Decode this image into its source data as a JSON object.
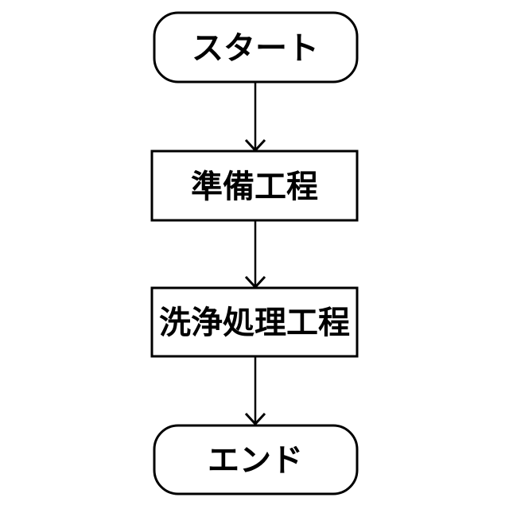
{
  "diagram": {
    "type": "flowchart",
    "orientation": "vertical",
    "background_color": "#ffffff",
    "stroke_color": "#000000",
    "fill_color": "#ffffff",
    "nodes": [
      {
        "id": "start",
        "type": "terminator",
        "label": "スタート"
      },
      {
        "id": "preparation",
        "type": "process",
        "label": "準備工程"
      },
      {
        "id": "cleaning",
        "type": "process",
        "label": "洗浄処理工程"
      },
      {
        "id": "end",
        "type": "terminator",
        "label": "エンド"
      }
    ],
    "edges": [
      {
        "from": "start",
        "to": "preparation",
        "style": "arrow"
      },
      {
        "from": "preparation",
        "to": "cleaning",
        "style": "arrow"
      },
      {
        "from": "cleaning",
        "to": "end",
        "style": "arrow"
      }
    ]
  }
}
